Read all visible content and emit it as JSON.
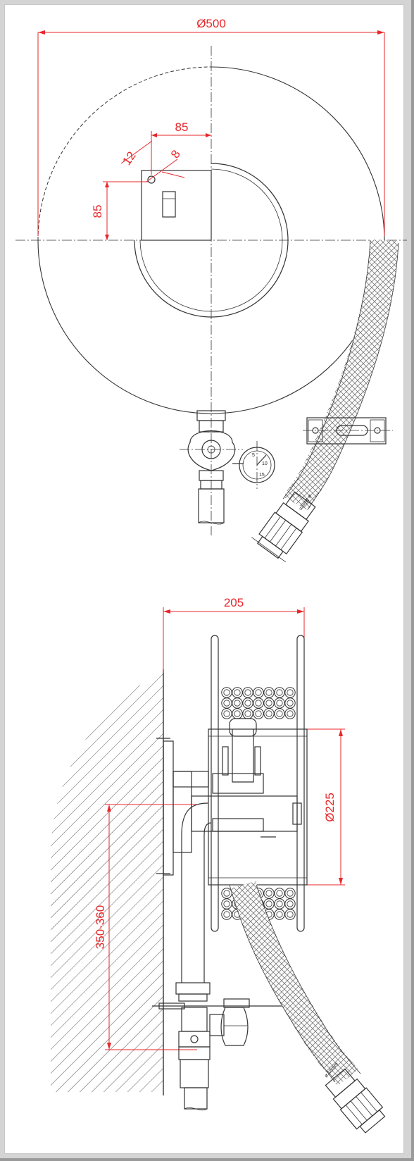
{
  "top_view": {
    "diameter_label": "Ø500",
    "offset_h_label": "85",
    "offset_v_label": "85",
    "bolt_spacing_label": "12",
    "hole_label": "8",
    "gauge_ticks": [
      "5",
      "10",
      "15"
    ],
    "hose_label": "ø 16mm"
  },
  "side_view": {
    "width_label": "205",
    "drum_diameter_label": "Ø225",
    "height_label": "350-360",
    "hose_label": "ø 16mm"
  },
  "colors": {
    "dimension": "#e8262a",
    "ink": "#333333",
    "background": "#ffffff",
    "frame": "#d4d4d4"
  }
}
